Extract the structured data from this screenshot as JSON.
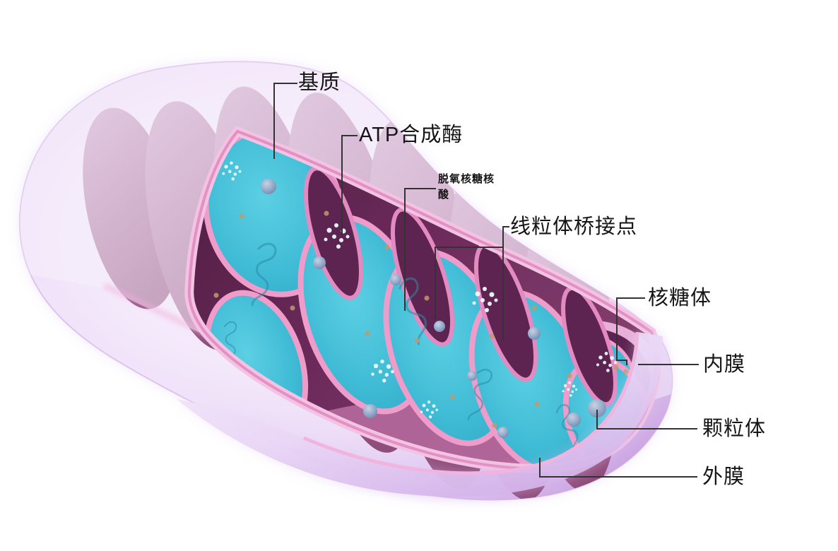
{
  "figure": {
    "background": "#ffffff",
    "labels": [
      {
        "id": "matrix",
        "text": "基质"
      },
      {
        "id": "atp_synthase",
        "text": "ATP合成酶"
      },
      {
        "id": "dna",
        "text": "脱氧核糖核酸"
      },
      {
        "id": "cristae_junction",
        "text": "线粒体桥接点"
      },
      {
        "id": "ribosome",
        "text": "核糖体"
      },
      {
        "id": "inner_membrane",
        "text": "内膜"
      },
      {
        "id": "granule",
        "text": "颗粒体"
      },
      {
        "id": "outer_membrane",
        "text": "外膜"
      }
    ],
    "palette": {
      "outer_membrane_shell": "#dcc0ee",
      "cut_edge_pink": "#efaeda",
      "cristae_mauve": "#a8689a",
      "inner_membrane_dark": "#5e2451",
      "matrix_cyan": "#41bcd6",
      "granule_blue": "#8199bd",
      "ribosome_white": "#eafcff",
      "dna_strand": "#2d8aa5",
      "label_text": "#151515",
      "leader_line": "#333333"
    }
  }
}
